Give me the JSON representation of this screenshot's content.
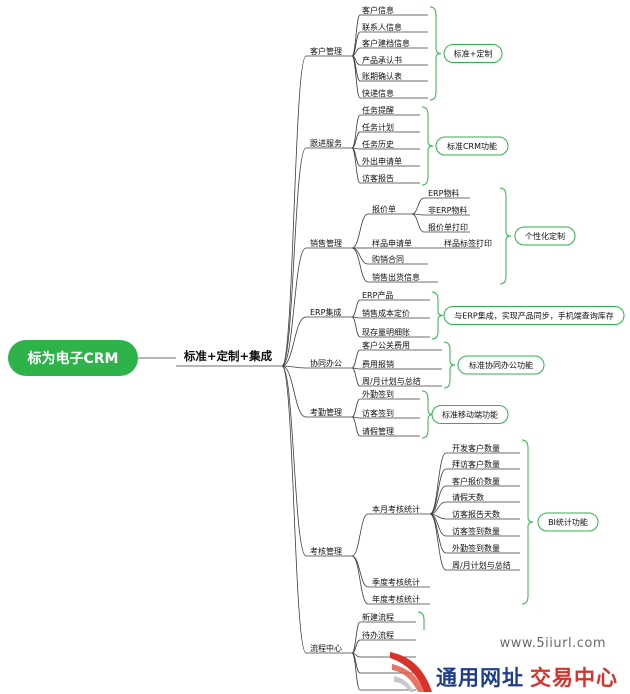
{
  "root": {
    "label": "标为电子CRM",
    "color": "#2db34a"
  },
  "hub": {
    "label": "标准+定制+集成"
  },
  "branches": [
    {
      "id": "customer",
      "label": "客户管理",
      "items": [
        {
          "label": "客户信息"
        },
        {
          "label": "联系人信息"
        },
        {
          "label": "客户建档信息"
        },
        {
          "label": "产品承认书"
        },
        {
          "label": "账期确认表"
        },
        {
          "label": "快递信息"
        }
      ],
      "note": "标准+定制"
    },
    {
      "id": "followup",
      "label": "跟进服务",
      "items": [
        {
          "label": "任务提醒"
        },
        {
          "label": "任务计划"
        },
        {
          "label": "任务历史"
        },
        {
          "label": "外出申请单"
        },
        {
          "label": "访客报告"
        }
      ],
      "note": "标准CRM功能"
    },
    {
      "id": "sales",
      "label": "销售管理",
      "items": [
        {
          "label": "报价单",
          "children": [
            {
              "label": "ERP物料"
            },
            {
              "label": "非ERP物料"
            },
            {
              "label": "报价单打印"
            }
          ]
        },
        {
          "label": "样品申请单",
          "children": [
            {
              "label": "样品标签打印"
            }
          ]
        },
        {
          "label": "购销合同"
        },
        {
          "label": "销售出货信息"
        }
      ],
      "note": "个性化定制"
    },
    {
      "id": "erp",
      "label": "ERP集成",
      "items": [
        {
          "label": "ERP产品"
        },
        {
          "label": "销售成本定价"
        },
        {
          "label": "现存量明细账"
        }
      ],
      "note": "与ERP集成，实现产品同步，手机端查询库存"
    },
    {
      "id": "office",
      "label": "协同办公",
      "items": [
        {
          "label": "客户公关费用"
        },
        {
          "label": "费用报销"
        },
        {
          "label": "周/月计划与总结"
        }
      ],
      "note": "标准协同办公功能"
    },
    {
      "id": "attendance",
      "label": "考勤管理",
      "items": [
        {
          "label": "外勤签到"
        },
        {
          "label": "访客签到"
        },
        {
          "label": "请假管理"
        }
      ],
      "note": "标准移动端功能"
    },
    {
      "id": "assessment",
      "label": "考核管理",
      "items": [
        {
          "label": "本月考核统计",
          "children": [
            {
              "label": "开发客户数量"
            },
            {
              "label": "拜访客户数量"
            },
            {
              "label": "客户报价数量"
            },
            {
              "label": "请假天数"
            },
            {
              "label": "访客报告天数"
            },
            {
              "label": "访客签到数量"
            },
            {
              "label": "外勤签到数量"
            },
            {
              "label": "周/月计划与总结"
            }
          ]
        },
        {
          "label": "季度考核统计"
        },
        {
          "label": "年度考核统计"
        }
      ],
      "note": "BI统计功能"
    },
    {
      "id": "workflow",
      "label": "流程中心",
      "items": [
        {
          "label": "新建流程"
        },
        {
          "label": "待办流程"
        },
        {
          "label": ""
        },
        {
          "label": ""
        },
        {
          "label": ""
        }
      ],
      "note": ""
    }
  ],
  "watermark": {
    "url": "www.5iiurl.com",
    "text_main": "通用网址",
    "text_accent": "交易中心"
  },
  "colors": {
    "line": "#3c3c3c",
    "green": "#2db34a",
    "note_border": "#2db34a",
    "wm_blue": "#1f3e8a",
    "wm_red": "#d8322a"
  }
}
